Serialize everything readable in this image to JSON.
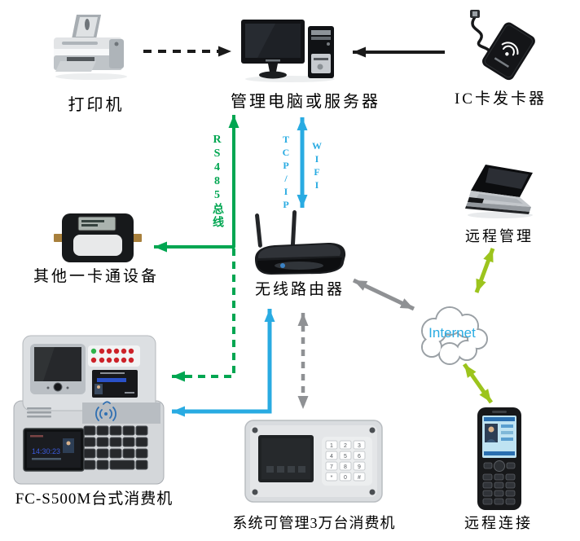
{
  "nodes": {
    "printer": {
      "label": "打印机"
    },
    "server": {
      "label": "管理电脑或服务器"
    },
    "card_issuer": {
      "label": "IC卡发卡器"
    },
    "other_device": {
      "label": "其他一卡通设备"
    },
    "router": {
      "label": "无线路由器"
    },
    "remote_management": {
      "label": "远程管理"
    },
    "internet": {
      "label": "Internet"
    },
    "pos_machine": {
      "label": "FC-S500M台式消费机",
      "screen_time": "14:30:23"
    },
    "wall_terminal": {
      "label": "系统可管理3万台消费机",
      "keypad": [
        "1",
        "2",
        "3",
        "4",
        "5",
        "6",
        "7",
        "8",
        "9",
        "*",
        "0",
        "#"
      ]
    },
    "remote_connection": {
      "label": "远程连接"
    }
  },
  "links": {
    "rs485_bus": {
      "label": "RS485总线"
    },
    "tcp_ip": {
      "label": "TCP/IP"
    },
    "wifi": {
      "label": "WIFI"
    }
  },
  "colors": {
    "black": "#1a1a1a",
    "green": "#00a651",
    "blue": "#29abe2",
    "gray": "#8f9194",
    "yellow_green": "#9cc41d"
  }
}
